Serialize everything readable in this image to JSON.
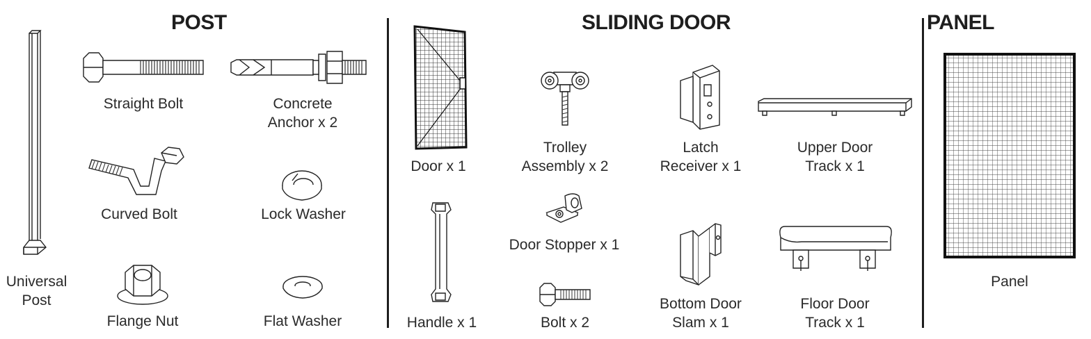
{
  "sections": {
    "post": {
      "title": "POST",
      "items": {
        "universal_post": "Universal\nPost",
        "straight_bolt": "Straight Bolt",
        "concrete_anchor": "Concrete\nAnchor x 2",
        "curved_bolt": "Curved Bolt",
        "lock_washer": "Lock Washer",
        "flange_nut": "Flange Nut",
        "flat_washer": "Flat Washer"
      }
    },
    "sliding_door": {
      "title": "SLIDING DOOR",
      "items": {
        "door": "Door x 1",
        "trolley": "Trolley\nAssembly x 2",
        "latch_receiver": "Latch\nReceiver x 1",
        "upper_track": "Upper Door\nTrack x 1",
        "handle": "Handle x 1",
        "door_stopper": "Door Stopper x 1",
        "bolt": "Bolt x 2",
        "bottom_slam": "Bottom Door\nSlam x 1",
        "floor_track": "Floor Door\nTrack x 1"
      }
    },
    "panel": {
      "title": "PANEL",
      "items": {
        "panel": "Panel"
      }
    }
  }
}
